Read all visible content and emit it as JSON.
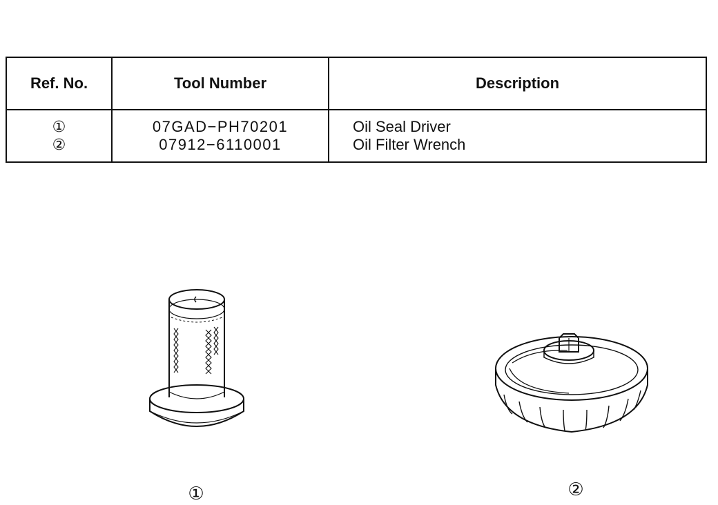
{
  "table": {
    "headers": {
      "ref": "Ref. No.",
      "tool": "Tool Number",
      "desc": "Description"
    },
    "rows": [
      {
        "ref": "①",
        "tool": "07GAD−PH70201",
        "desc": "Oil Seal Driver"
      },
      {
        "ref": "②",
        "tool": "07912−6110001",
        "desc": "Oil Filter Wrench"
      }
    ]
  },
  "figures": [
    {
      "label": "①",
      "icon": "oil-seal-driver-icon"
    },
    {
      "label": "②",
      "icon": "oil-filter-wrench-icon"
    }
  ]
}
